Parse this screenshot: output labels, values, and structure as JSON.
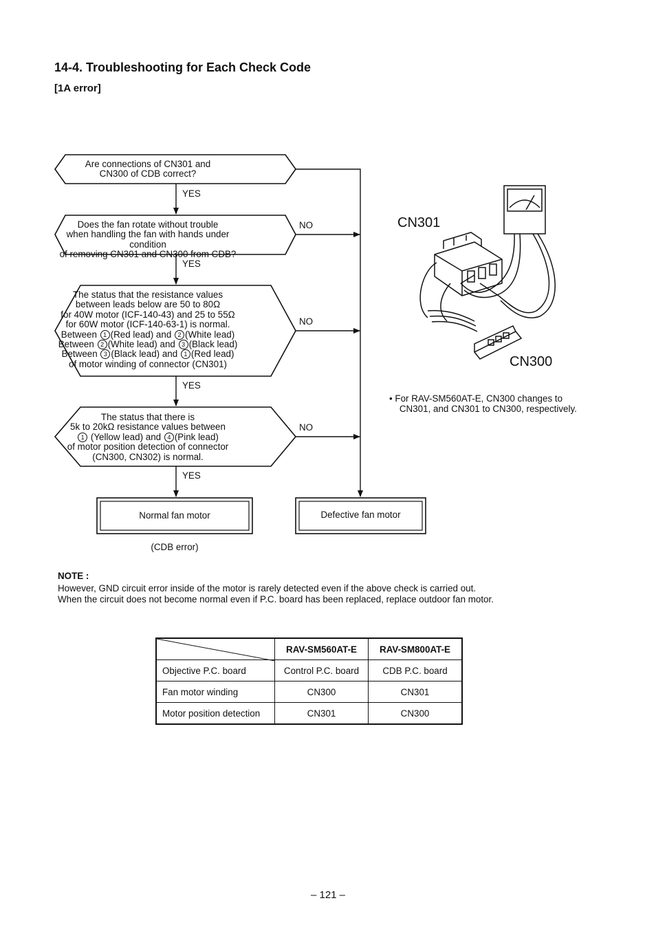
{
  "heading": "14-4.  Troubleshooting for Each Check Code",
  "subheading": "[1A error]",
  "flow": {
    "q1": [
      "Are connections of CN301 and",
      "CN300 of CDB correct?"
    ],
    "q2": [
      "Does the fan rotate without trouble",
      "when handling the fan with hands under condition",
      "of removing CN301 and CN300 from CDB?"
    ],
    "q3": {
      "line1": "The status that the resistance values",
      "line2": "between leads below are 50 to 80Ω",
      "line3": "for 40W motor (ICF-140-43) and 25 to 55Ω",
      "line4": "for 60W motor (ICF-140-63-1) is normal.",
      "between": "Between",
      "and": "and",
      "red": "(Red lead)",
      "white": "(White lead)",
      "black": "(Black lead)",
      "last": "of motor winding of connector (CN301)"
    },
    "q4": {
      "line1": "The status that there is",
      "line2": "5k to 20kΩ resistance values between",
      "yellow": "(Yellow lead)",
      "pink": "(Pink lead)",
      "and": "and",
      "line4": "of motor position detection of connector",
      "line5": "(CN300, CN302) is normal."
    },
    "circled": [
      "1",
      "2",
      "3",
      "4"
    ],
    "yes": "YES",
    "no": "NO",
    "result_normal": "Normal fan motor",
    "result_defective": "Defective fan motor",
    "cdb_error": "(CDB error)"
  },
  "figure": {
    "cn301": "CN301",
    "cn300": "CN300",
    "bullet_lines": [
      "•  For RAV-SM560AT-E, CN300 changes to",
      "    CN301, and CN301 to CN300, respectively."
    ]
  },
  "note": {
    "title": "NOTE :",
    "lines": [
      "However, GND circuit error inside of the motor is rarely detected even if the above check is carried out.",
      "When the circuit does not become normal even if P.C. board has been replaced, replace outdoor fan motor."
    ]
  },
  "table": {
    "headers": [
      "",
      "RAV-SM560AT-E",
      "RAV-SM800AT-E"
    ],
    "rows": [
      [
        "Objective P.C. board",
        "Control P.C. board",
        "CDB P.C. board"
      ],
      [
        "Fan motor winding",
        "CN300",
        "CN301"
      ],
      [
        "Motor position detection",
        "CN301",
        "CN300"
      ]
    ]
  },
  "page_number": "– 121 –"
}
